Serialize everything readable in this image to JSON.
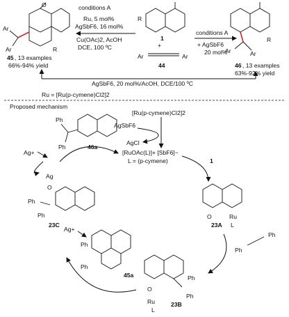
{
  "top": {
    "left_conditions": [
      "conditions A",
      "Ru, 5 mol%",
      "AgSbF6, 16 mol%",
      "Cu(OAc)2, AcOH",
      "DCE, 100 ºC"
    ],
    "right_conditions": [
      "conditions A",
      "+ AgSbF6",
      "20 mol%"
    ],
    "product_left": {
      "number": "45",
      "examples": ", 13 examples",
      "yield": "66%-94% yield"
    },
    "product_right": {
      "number": "46",
      "examples": ", 13 examples",
      "yield": "63%-92% yield"
    },
    "reactant_1": "1",
    "reactant_44": "44",
    "plus": "+",
    "bottom_conditions": "AgSbF6, 20 mol%/AcOH, DCE/100 ºC",
    "ru_definition": "Ru = [Ru(p-cymene)Cl2]2"
  },
  "mechanism": {
    "title": "Proposed mechanism",
    "catalyst_precursor": "[Ru(p-cymene)Cl2]2",
    "agsbf6": "AgSbF6",
    "agcl": "AgCl",
    "active_catalyst": "[RuOAc(L)]+ [SbF6]−",
    "ligand_def": "L = (p-cymene)",
    "substrate_label": "1",
    "ag_plus_1": "Ag+",
    "ag_plus_2": "Ag+",
    "compounds": {
      "c46a": "46a",
      "c23C": "23C",
      "c23A": "23A",
      "c23B": "23B",
      "c45a": "45a"
    },
    "atoms": {
      "Ph": "Ph",
      "Ar": "Ar",
      "R": "R",
      "O": "O",
      "Ru": "Ru",
      "L": "L",
      "Ag": "Ag"
    }
  }
}
